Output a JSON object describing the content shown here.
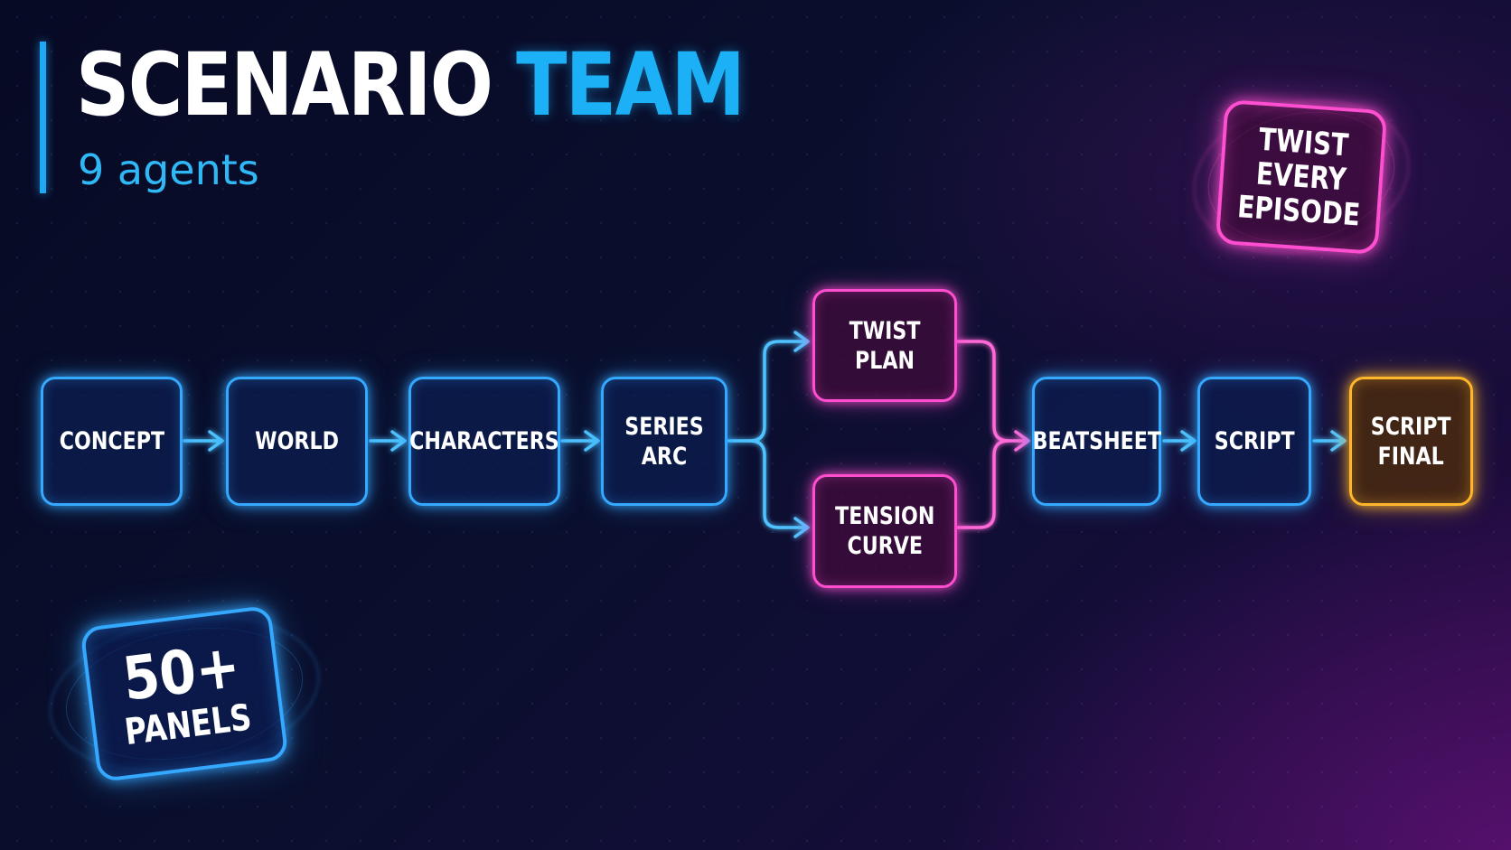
{
  "header": {
    "title_main": "SCENARIO",
    "title_accent": "TEAM",
    "subtitle": "9 agents"
  },
  "colors": {
    "blue": "#35a9ff",
    "pink": "#ff4fd0",
    "gold": "#ffb62a",
    "title_accent": "#1cb0f6",
    "background": "#0a0f2e"
  },
  "pipeline": {
    "nodes": [
      {
        "id": "concept",
        "label": "CONCEPT",
        "style": "blue"
      },
      {
        "id": "world",
        "label": "WORLD",
        "style": "blue"
      },
      {
        "id": "characters",
        "label": "CHARACTERS",
        "style": "blue"
      },
      {
        "id": "series-arc",
        "label": "SERIES ARC",
        "style": "blue"
      },
      {
        "id": "twist-plan",
        "label": "TWIST\nPLAN",
        "style": "pink"
      },
      {
        "id": "tension-curve",
        "label": "TENSION\nCURVE",
        "style": "pink"
      },
      {
        "id": "beatsheet",
        "label": "BEATSHEET",
        "style": "blue"
      },
      {
        "id": "script",
        "label": "SCRIPT",
        "style": "blue"
      },
      {
        "id": "script-final",
        "label": "SCRIPT\nFINAL",
        "style": "gold"
      }
    ],
    "edges": [
      {
        "from": "concept",
        "to": "world"
      },
      {
        "from": "world",
        "to": "characters"
      },
      {
        "from": "characters",
        "to": "series-arc"
      },
      {
        "from": "series-arc",
        "to": "twist-plan"
      },
      {
        "from": "series-arc",
        "to": "tension-curve"
      },
      {
        "from": "twist-plan",
        "to": "beatsheet"
      },
      {
        "from": "tension-curve",
        "to": "beatsheet"
      },
      {
        "from": "beatsheet",
        "to": "script"
      },
      {
        "from": "script",
        "to": "script-final"
      }
    ]
  },
  "badges": {
    "twist": {
      "text": "TWIST\nEVERY\nEPISODE"
    },
    "panels": {
      "big": "50+",
      "small": "PANELS"
    }
  }
}
